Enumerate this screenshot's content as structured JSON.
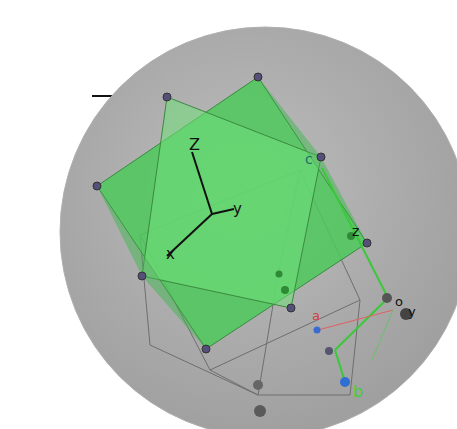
{
  "diagram": {
    "labels": [
      "Z",
      "y",
      "x",
      "c",
      "z",
      "a",
      "o",
      "y",
      "b"
    ]
  }
}
